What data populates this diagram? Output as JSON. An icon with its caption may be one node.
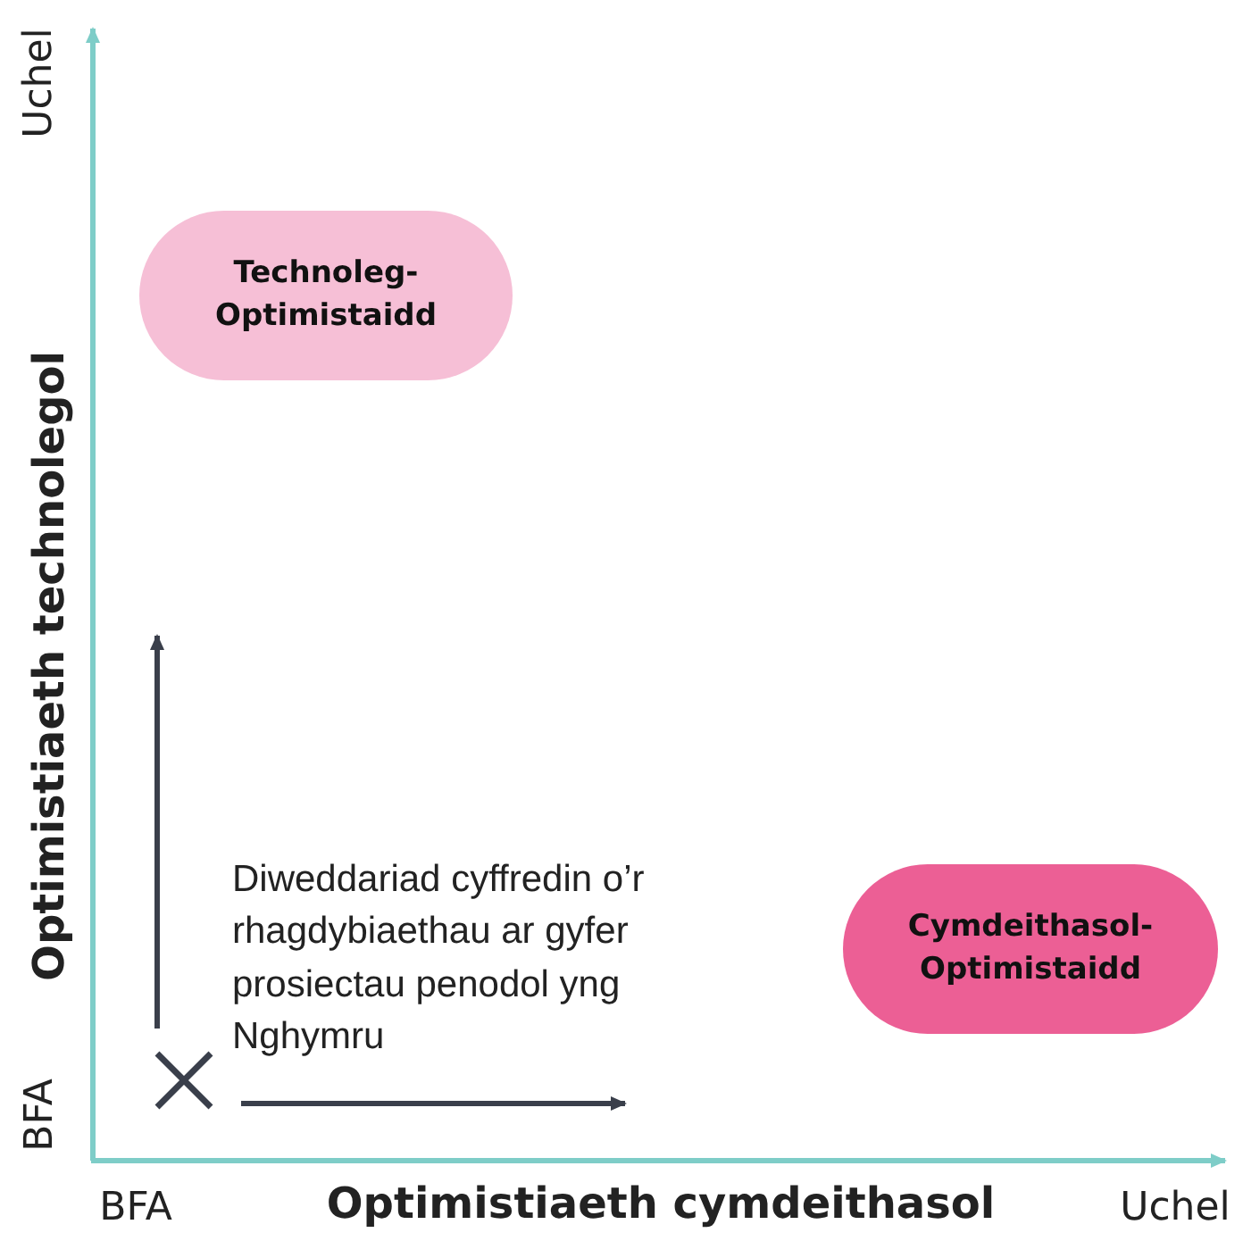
{
  "diagram": {
    "nodes": [
      {
        "text": [
          "Technoleg-Optimistaidd"
        ]
      },
      {
        "text": [
          "Cymdeithasol-Optimistaidd"
        ]
      },
      {
        "text": [],
        "shape": "cross"
      }
    ],
    "edges": [
      {
        "from": 2,
        "to": null,
        "arrow": "to"
      },
      {
        "from": 2,
        "to": null,
        "arrow": "to"
      }
    ],
    "labels": [
      "Uchel",
      "Optimistiaeth technolegol",
      "BFA",
      "Diweddariad cyffredin o’r rhagdybiaethau ar gyfer prosiectau penodol yng Nghymru",
      "BFA",
      "Optimistiaeth cymdeithasol",
      "Uchel"
    ]
  }
}
